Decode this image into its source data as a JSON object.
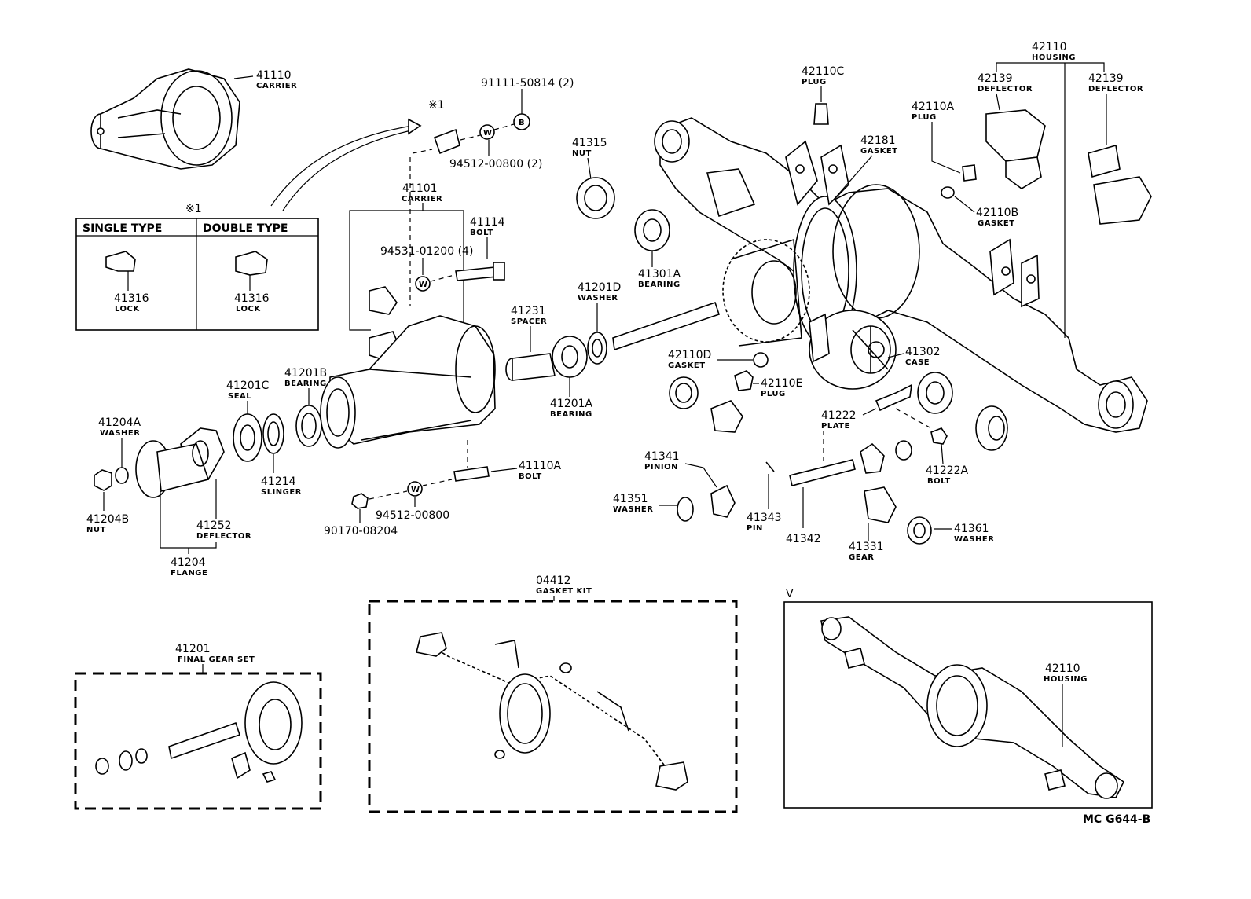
{
  "callouts": {
    "c41110": {
      "pn": "41110",
      "name": "CARRIER"
    },
    "c91111": {
      "pn": "91111-50814 (2)"
    },
    "c94512a": {
      "pn": "94512-00800 (2)"
    },
    "star1a": {
      "pn": "※1"
    },
    "star1b": {
      "pn": "※1"
    },
    "single": {
      "pn": "SINGLE TYPE"
    },
    "double": {
      "pn": "DOUBLE TYPE"
    },
    "c41316a": {
      "pn": "41316",
      "name": "LOCK"
    },
    "c41316b": {
      "pn": "41316",
      "name": "LOCK"
    },
    "c41101": {
      "pn": "41101",
      "name": "CARRIER"
    },
    "c41114": {
      "pn": "41114",
      "name": "BOLT"
    },
    "c94531": {
      "pn": "94531-01200 (4)"
    },
    "c41315": {
      "pn": "41315",
      "name": "NUT"
    },
    "c41301A": {
      "pn": "41301A",
      "name": "BEARING"
    },
    "c41201D": {
      "pn": "41201D",
      "name": "WASHER"
    },
    "c41231": {
      "pn": "41231",
      "name": "SPACER"
    },
    "c41201A": {
      "pn": "41201A",
      "name": "BEARING"
    },
    "c41201B": {
      "pn": "41201B",
      "name": "BEARING"
    },
    "c41201C": {
      "pn": "41201C",
      "name": "SEAL"
    },
    "c41204A": {
      "pn": "41204A",
      "name": "WASHER"
    },
    "c41214": {
      "pn": "41214",
      "name": "SLINGER"
    },
    "c41204B": {
      "pn": "41204B",
      "name": "NUT"
    },
    "c41252": {
      "pn": "41252",
      "name": "DEFLECTOR"
    },
    "c41204": {
      "pn": "41204",
      "name": "FLANGE"
    },
    "c41110A": {
      "pn": "41110A",
      "name": "BOLT"
    },
    "c94512b": {
      "pn": "94512-00800"
    },
    "c90170": {
      "pn": "90170-08204"
    },
    "c42110C": {
      "pn": "42110C",
      "name": "PLUG"
    },
    "c42181": {
      "pn": "42181",
      "name": "GASKET"
    },
    "c42110A": {
      "pn": "42110A",
      "name": "PLUG"
    },
    "c42110B": {
      "pn": "42110B",
      "name": "GASKET"
    },
    "c42110top": {
      "pn": "42110",
      "name": "HOUSING"
    },
    "c42139a": {
      "pn": "42139",
      "name": "DEFLECTOR"
    },
    "c42139b": {
      "pn": "42139",
      "name": "DEFLECTOR"
    },
    "c42110D": {
      "pn": "42110D",
      "name": "GASKET"
    },
    "c42110E": {
      "pn": "42110E",
      "name": "PLUG"
    },
    "c41302": {
      "pn": "41302",
      "name": "CASE"
    },
    "c41222": {
      "pn": "41222",
      "name": "PLATE"
    },
    "c41222A": {
      "pn": "41222A",
      "name": "BOLT"
    },
    "c41341": {
      "pn": "41341",
      "name": "PINION"
    },
    "c41351": {
      "pn": "41351",
      "name": "WASHER"
    },
    "c41343": {
      "pn": "41343",
      "name": "PIN"
    },
    "c41342": {
      "pn": "41342"
    },
    "c41331": {
      "pn": "41331",
      "name": "GEAR"
    },
    "c41361": {
      "pn": "41361",
      "name": "WASHER"
    },
    "c04412": {
      "pn": "04412",
      "name": "GASKET KIT"
    },
    "c41201": {
      "pn": "41201",
      "name": "FINAL GEAR SET"
    },
    "c42110bot": {
      "pn": "42110",
      "name": "HOUSING"
    },
    "vmark": {
      "pn": "V"
    }
  },
  "bolt_marks": {
    "b": "B",
    "w1": "W",
    "w2": "W",
    "w3": "W"
  },
  "figure_code": "MC G644-B"
}
